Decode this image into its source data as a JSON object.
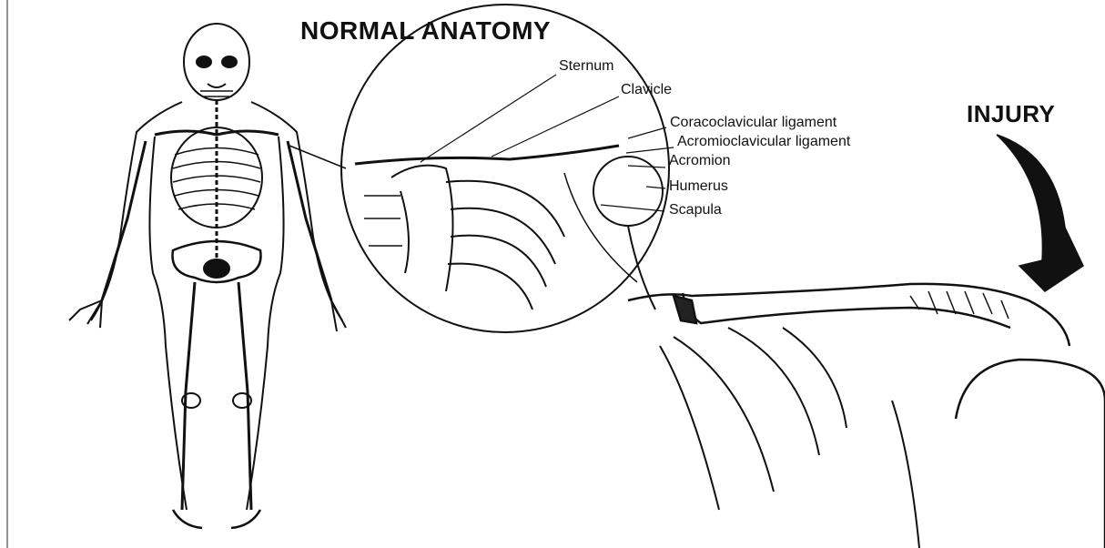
{
  "titles": {
    "normal": "NORMAL ANATOMY",
    "injury": "INJURY"
  },
  "labels": {
    "sternum": "Sternum",
    "clavicle": "Clavicle",
    "coracoclavicular": "Coracoclavicular ligament",
    "acromioclavicular": "Acromioclavicular ligament",
    "acromion": "Acromion",
    "humerus": "Humerus",
    "scapula": "Scapula"
  },
  "colors": {
    "ink": "#111111",
    "background": "#ffffff"
  }
}
